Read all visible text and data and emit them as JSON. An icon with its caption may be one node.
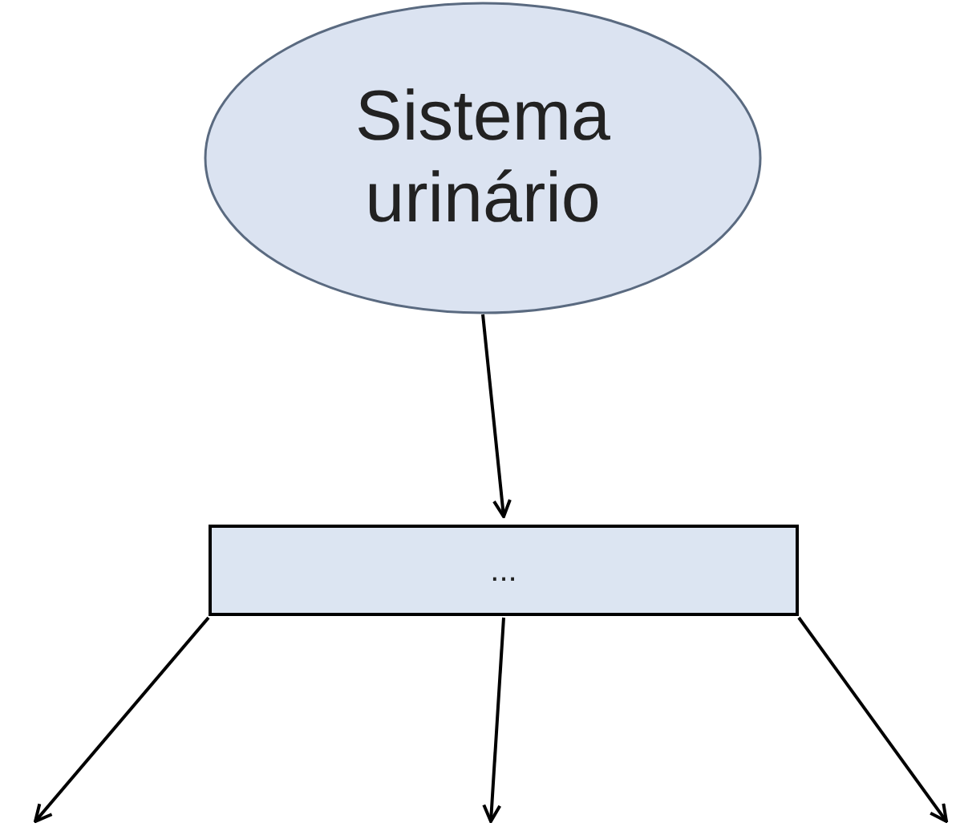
{
  "diagram": {
    "nodes": [
      {
        "text": [
          "Sistema urinário"
        ]
      },
      {
        "text": [
          "..."
        ]
      }
    ],
    "edges": [
      {
        "from": 0,
        "to": 1,
        "arrow": "to"
      },
      {
        "from": 1,
        "to": null,
        "arrow": "to"
      },
      {
        "from": 1,
        "to": null,
        "arrow": "to"
      },
      {
        "from": 1,
        "to": null,
        "arrow": "to"
      }
    ]
  }
}
